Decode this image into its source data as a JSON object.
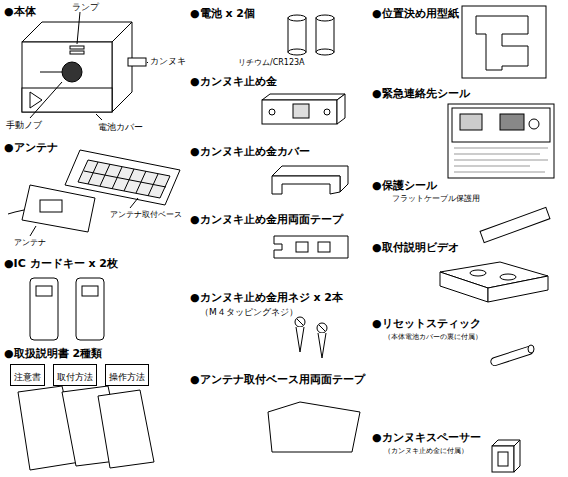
{
  "diagram": {
    "nodes": [
      {
        "text": [
          "注意書"
        ]
      },
      {
        "text": [
          "取付方法"
        ]
      },
      {
        "text": [
          "操作方法"
        ]
      }
    ],
    "labels": [
      "●本体",
      "ランプ",
      "カンヌキ",
      "手動ノブ",
      "電池カバー",
      "●アンテナ",
      "アンテナ取付ベース",
      "アンテナ",
      "●IC カードキー x 2枚",
      "●取扱説明書 2種類",
      "●電池 x 2個",
      "リチウム/CR123A",
      "●カンヌキ止め金",
      "●カンヌキ止め金カバー",
      "●カンヌキ止め金用両面テープ",
      "●カンヌキ止め金用ネジ x 2本",
      "（M４タッピングネジ）",
      "●アンテナ取付ベース用両面テープ",
      "●位置決め用型紙",
      "●緊急連絡先シール",
      "●保護シール",
      "フラットケーブル保護用",
      "●取付説明ビデオ",
      "●リセットスティック",
      "（本体電池カバーの裏に付属）",
      "●カンヌキスペーサー",
      "（カンヌキ止め金に付属）"
    ]
  }
}
